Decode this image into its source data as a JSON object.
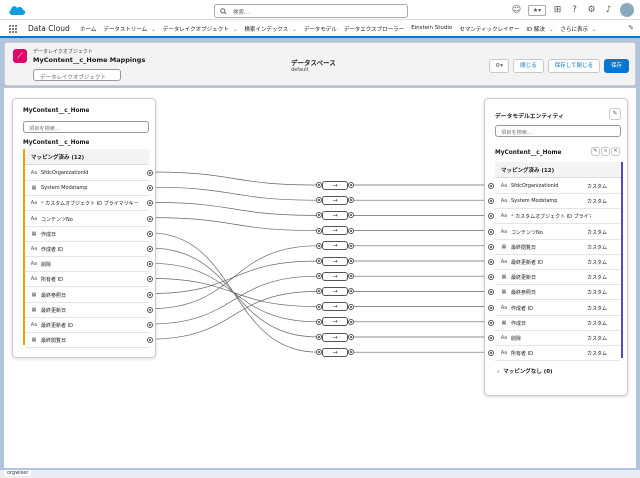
{
  "search": {
    "placeholder": "検索..."
  },
  "app_name": "Data Cloud",
  "nav": [
    {
      "label": "ホーム",
      "chevron": false
    },
    {
      "label": "データストリーム",
      "chevron": true
    },
    {
      "label": "データレイクオブジェクト",
      "chevron": true
    },
    {
      "label": "検索インデックス",
      "chevron": true
    },
    {
      "label": "データモデル",
      "chevron": false
    },
    {
      "label": "データエクスプローラー",
      "chevron": false
    },
    {
      "label": "Einstein Studio",
      "chevron": false
    },
    {
      "label": "セマンティックレイヤー",
      "chevron": false
    },
    {
      "label": "ID 解決",
      "chevron": true
    },
    {
      "label": "さらに表示",
      "chevron": true
    }
  ],
  "header": {
    "object_type": "データレイクオブジェクト",
    "title": "MyContent__c_Home Mappings",
    "select_placeholder": "データレイクオブジェクト",
    "dataspace_label": "データスペース",
    "dataspace_value": "default",
    "btn_close": "閉じる",
    "btn_save_close": "保存して閉じる",
    "btn_save": "保存"
  },
  "left": {
    "title": "MyContent__c_Home",
    "search_placeholder": "項目を検索...",
    "subtitle": "MyContent__c_Home",
    "group": "マッピング済み (12)",
    "fields": [
      {
        "icon": "Aa",
        "label": "SfdcOrganizationId",
        "req": false
      },
      {
        "icon": "▦",
        "label": "System Modstamp",
        "req": false
      },
      {
        "icon": "Aa",
        "label": "カスタムオブジェクト ID プライマリキー",
        "req": true
      },
      {
        "icon": "Aa",
        "label": "コンテンツNo",
        "req": false
      },
      {
        "icon": "▦",
        "label": "作成日",
        "req": false
      },
      {
        "icon": "Aa",
        "label": "作成者 ID",
        "req": false
      },
      {
        "icon": "Aa",
        "label": "削除",
        "req": false
      },
      {
        "icon": "Aa",
        "label": "所有者 ID",
        "req": false
      },
      {
        "icon": "▦",
        "label": "最終参照日",
        "req": false
      },
      {
        "icon": "▦",
        "label": "最終更新日",
        "req": false
      },
      {
        "icon": "Aa",
        "label": "最終更新者 ID",
        "req": false
      },
      {
        "icon": "▦",
        "label": "最終閲覧日",
        "req": false
      }
    ]
  },
  "right": {
    "title": "データモデルエンティティ",
    "search_placeholder": "項目を検索...",
    "subtitle": "MyContent__c_Home",
    "group": "マッピング済み (12)",
    "unmapped": "マッピングなし (0)",
    "fields": [
      {
        "icon": "Aa",
        "label": "SfdcOrganizationId",
        "req": false,
        "type": "カスタム"
      },
      {
        "icon": "Aa",
        "label": "System Modstamp",
        "req": false,
        "type": "カスタム"
      },
      {
        "icon": "Aa",
        "label": "カスタムオブジェクト ID プライマリキー",
        "req": true,
        "type": ""
      },
      {
        "icon": "Aa",
        "label": "コンテンツNo",
        "req": false,
        "type": "カスタム"
      },
      {
        "icon": "▦",
        "label": "最終閲覧日",
        "req": false,
        "type": "カスタム"
      },
      {
        "icon": "Aa",
        "label": "最終更新者 ID",
        "req": false,
        "type": "カスタム"
      },
      {
        "icon": "▦",
        "label": "最終更新日",
        "req": false,
        "type": "カスタム"
      },
      {
        "icon": "▦",
        "label": "最終参照日",
        "req": false,
        "type": "カスタム"
      },
      {
        "icon": "Aa",
        "label": "作成者 ID",
        "req": false,
        "type": "カスタム"
      },
      {
        "icon": "▦",
        "label": "作成日",
        "req": false,
        "type": "カスタム"
      },
      {
        "icon": "Aa",
        "label": "削除",
        "req": false,
        "type": "カスタム"
      },
      {
        "icon": "Aa",
        "label": "所有者 ID",
        "req": false,
        "type": "カスタム"
      }
    ]
  },
  "mapping": [
    0,
    1,
    2,
    3,
    9,
    8,
    10,
    11,
    7,
    6,
    5,
    4
  ],
  "transform_symbol": "→",
  "footer": {
    "org": "orgwiser"
  }
}
